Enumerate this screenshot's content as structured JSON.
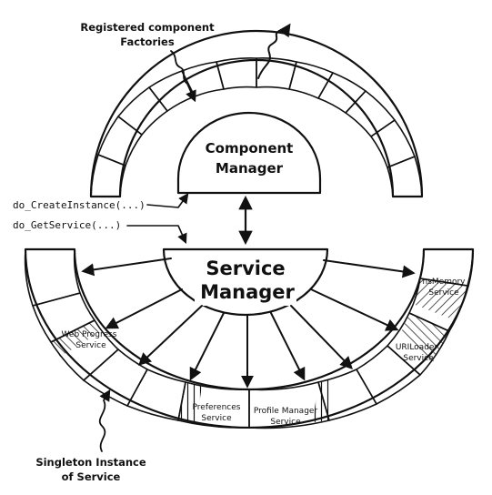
{
  "labels": {
    "registered_factories_line1": "Registered component",
    "registered_factories_line2": "Factories",
    "component_manager_line1": "Component",
    "component_manager_line2": "Manager",
    "service_manager_line1": "Service",
    "service_manager_line2": "Manager",
    "do_create_instance": "do_CreateInstance(...)",
    "do_get_service": "do_GetService(...)",
    "singleton_line1": "Singleton Instance",
    "singleton_line2": "of Service"
  },
  "services": {
    "web_progress": [
      "Web Progress",
      "Service"
    ],
    "preferences": [
      "Preferences",
      "Service"
    ],
    "profile_manager": [
      "Profile Manager",
      "Service"
    ],
    "uri_loader": [
      "URILoader",
      "Service"
    ],
    "ns_memory": [
      "nsMemory",
      "Service"
    ]
  },
  "colors": {
    "ink": "#111111",
    "background": "#ffffff"
  }
}
